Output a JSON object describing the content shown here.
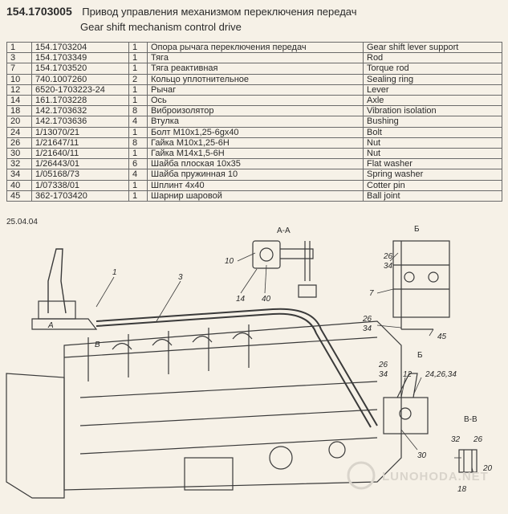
{
  "header": {
    "number": "154.1703005",
    "title_ru": "Привод управления механизмом переключения передач",
    "title_en": "Gear shift mechanism control drive"
  },
  "parts": [
    {
      "pos": "1",
      "code": "154.1703204",
      "qty": "1",
      "ru": "Опора рычага переключения передач",
      "en": "Gear shift lever support"
    },
    {
      "pos": "3",
      "code": "154.1703349",
      "qty": "1",
      "ru": "Тяга",
      "en": "Rod"
    },
    {
      "pos": "7",
      "code": "154.1703520",
      "qty": "1",
      "ru": "Тяга реактивная",
      "en": "Torque rod"
    },
    {
      "pos": "10",
      "code": "740.1007260",
      "qty": "2",
      "ru": "Кольцо уплотнительное",
      "en": "Sealing ring"
    },
    {
      "pos": "12",
      "code": "6520-1703223-24",
      "qty": "1",
      "ru": "Рычаг",
      "en": "Lever"
    },
    {
      "pos": "14",
      "code": "161.1703228",
      "qty": "1",
      "ru": "Ось",
      "en": "Axle"
    },
    {
      "pos": "18",
      "code": "142.1703632",
      "qty": "8",
      "ru": "Виброизолятор",
      "en": "Vibration isolation"
    },
    {
      "pos": "20",
      "code": "142.1703636",
      "qty": "4",
      "ru": "Втулка",
      "en": "Bushing"
    },
    {
      "pos": "24",
      "code": "1/13070/21",
      "qty": "1",
      "ru": "Болт М10х1,25-6gх40",
      "en": "Bolt"
    },
    {
      "pos": "26",
      "code": "1/21647/11",
      "qty": "8",
      "ru": "Гайка М10х1,25-6Н",
      "en": "Nut"
    },
    {
      "pos": "30",
      "code": "1/21640/11",
      "qty": "1",
      "ru": "Гайка М14х1,5-6Н",
      "en": "Nut"
    },
    {
      "pos": "32",
      "code": "1/26443/01",
      "qty": "6",
      "ru": "Шайба плоская 10х35",
      "en": "Flat washer"
    },
    {
      "pos": "34",
      "code": "1/05168/73",
      "qty": "4",
      "ru": "Шайба пружинная 10",
      "en": "Spring washer"
    },
    {
      "pos": "40",
      "code": "1/07338/01",
      "qty": "1",
      "ru": "Шплинт 4х40",
      "en": "Cotter pin"
    },
    {
      "pos": "45",
      "code": "362-1703420",
      "qty": "1",
      "ru": "Шарнир шаровой",
      "en": "Ball joint"
    }
  ],
  "date": "25.04.04",
  "drawing": {
    "section_aa": "А-А",
    "section_b": "Б",
    "section_vv": "В-В",
    "view_b_label": "Б",
    "mark_a": "А",
    "mark_v": "В",
    "callout_1": "1",
    "callout_3": "3",
    "callout_10": "10",
    "callout_14": "14",
    "callout_40": "40",
    "callout_26_34_top": "26",
    "callout_34_top": "34",
    "callout_7": "7",
    "callout_26_mid": "26",
    "callout_34_mid": "34",
    "callout_45": "45",
    "callout_26_lower": "26",
    "callout_34_lower": "34",
    "callout_12": "12",
    "callout_24_26_34": "24,26,34",
    "callout_30": "30",
    "callout_32": "32",
    "callout_26_vv": "26",
    "callout_20": "20",
    "callout_18": "18"
  },
  "watermark": "LUNOHODA.NET"
}
